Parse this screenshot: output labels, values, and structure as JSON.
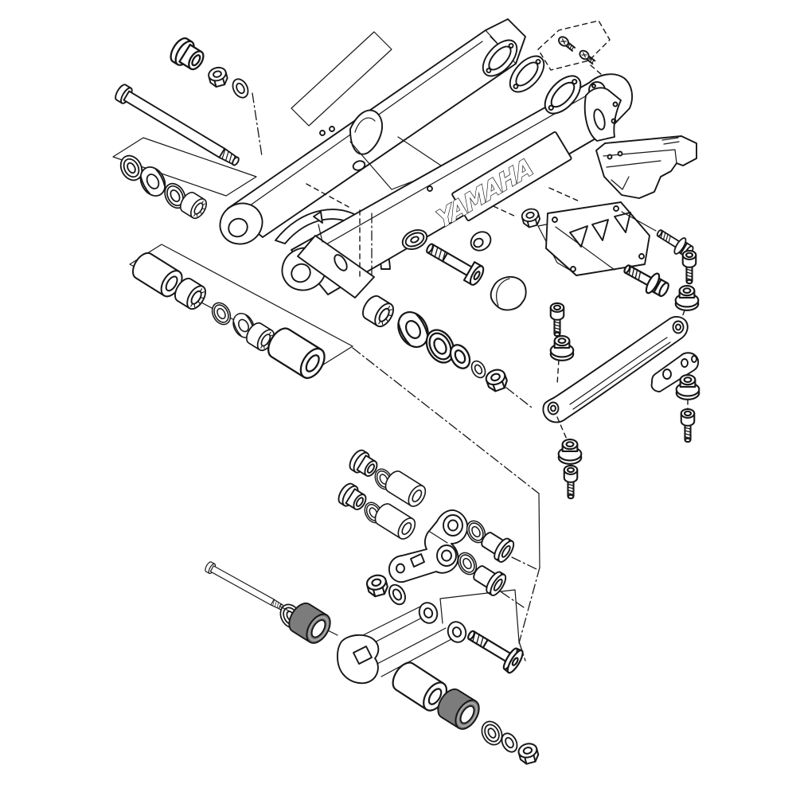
{
  "page": {
    "background_color": "#ffffff"
  },
  "diagram": {
    "type": "exploded-parts-diagram",
    "subject": "swingarm-and-rear-suspension-linkage",
    "brand_text": "YAMAHA",
    "line_color": "#161616",
    "part_fill_color": "#ffffff",
    "shaded_part_color": "#7c7c7c",
    "parts": [
      {
        "id": "swingarm",
        "label": "swingarm body"
      },
      {
        "id": "brand-plate",
        "label": "YAMAHA logo plate"
      },
      {
        "id": "pivot-shaft",
        "label": "pivot shaft"
      },
      {
        "id": "flanged-collar",
        "label": "flanged collar"
      },
      {
        "id": "hex-nut",
        "label": "hex nut"
      },
      {
        "id": "washer",
        "label": "plain washer"
      },
      {
        "id": "oil-seal",
        "label": "oil seal"
      },
      {
        "id": "bearing",
        "label": "bearing"
      },
      {
        "id": "needle-bearing",
        "label": "needle bearing"
      },
      {
        "id": "spacer-collar",
        "label": "spacer collar"
      },
      {
        "id": "pivot-bolt",
        "label": "pivot bolt"
      },
      {
        "id": "rubber-cap",
        "label": "rubber cap"
      },
      {
        "id": "chain-damper",
        "label": "rubber chain damper"
      },
      {
        "id": "cover-plate",
        "label": "oval cover plate"
      },
      {
        "id": "cover-screw",
        "label": "cover screw"
      },
      {
        "id": "chain-guide-block",
        "label": "chain guide block"
      },
      {
        "id": "guide-bracket",
        "label": "chain guide bracket"
      },
      {
        "id": "flange-bolt",
        "label": "hex flange bolt"
      },
      {
        "id": "socket-screw",
        "label": "socket head screw"
      },
      {
        "id": "rubber-grommet",
        "label": "rubber grommet"
      },
      {
        "id": "support-arm",
        "label": "mud guard support arm"
      },
      {
        "id": "support-stay",
        "label": "support stay"
      },
      {
        "id": "relay-arm",
        "label": "relay arm"
      },
      {
        "id": "flanged-bushing",
        "label": "flanged bushing"
      },
      {
        "id": "connecting-rod",
        "label": "connecting rod link"
      },
      {
        "id": "countersunk-bolt",
        "label": "countersunk bolt"
      },
      {
        "id": "shaded-bushing",
        "label": "rubber bushing (shaded)"
      },
      {
        "id": "lock-nut",
        "label": "self-locking nut"
      }
    ]
  }
}
